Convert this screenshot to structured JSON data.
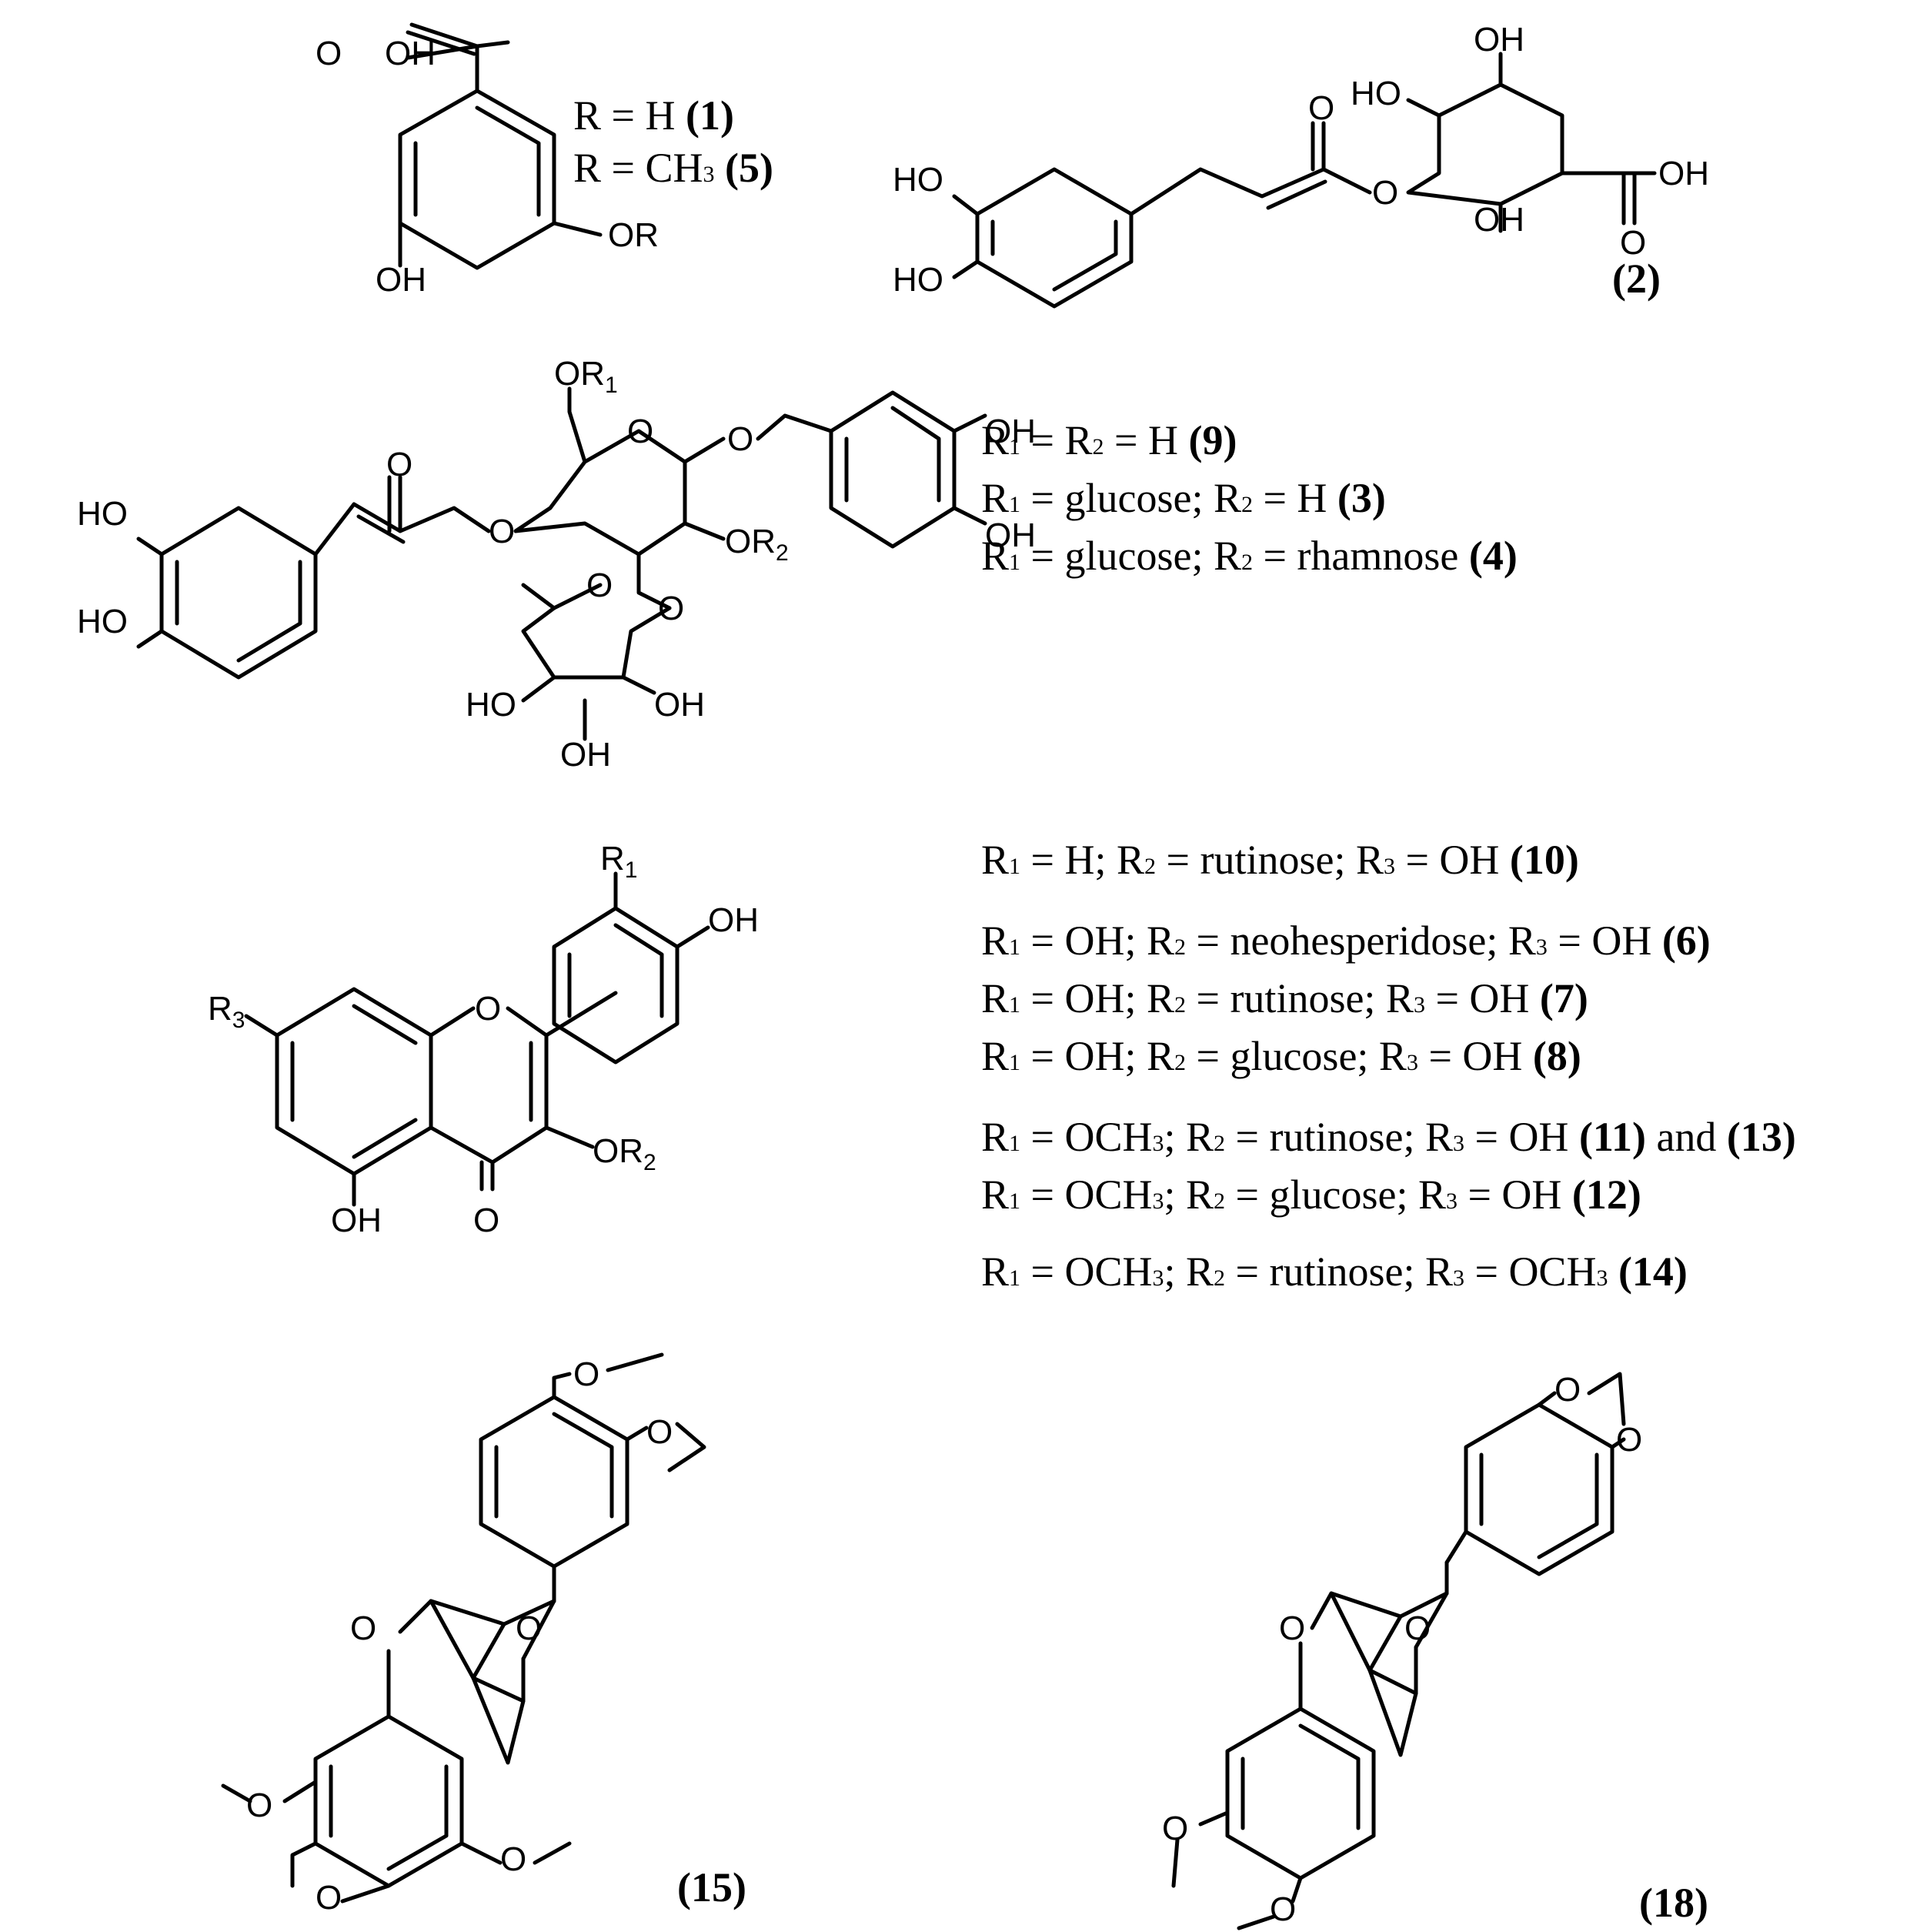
{
  "compound_1_5": {
    "substituents": [
      {
        "text": "R = H ",
        "label": "(1)"
      },
      {
        "text": "R = CH",
        "sub": "3",
        "tail": " ",
        "label": "(5)"
      }
    ],
    "atoms": {
      "cooh_o": "O",
      "cooh_oh": "OH",
      "or": "OR",
      "oh": "OH"
    }
  },
  "compound_2": {
    "label": "(2)",
    "atoms": {
      "ho_a": "HO",
      "ho_b": "HO",
      "oh_top": "OH",
      "ho_top": "HO",
      "o_ester": "O",
      "o_carbonyl": "O",
      "oh_acid": "OH",
      "oh_ring": "OH",
      "o_acid": "O"
    }
  },
  "compound_3_4_9": {
    "substituents": [
      {
        "parts": [
          "R",
          "1",
          " = R",
          "2",
          " = H "
        ],
        "label": "(9)"
      },
      {
        "parts": [
          "R",
          "1",
          " = glucose; R",
          "2",
          " = H "
        ],
        "label": "(3)"
      },
      {
        "parts": [
          "R",
          "1",
          " = glucose; R",
          "2",
          " = rhamnose "
        ],
        "label": "(4)"
      }
    ],
    "atoms": {
      "or1": "OR",
      "or1_sub": "1",
      "o_ring": "O",
      "o_link": "O",
      "oh_1": "OH",
      "oh_2": "OH",
      "o_carbonyl": "O",
      "ho_1": "HO",
      "ho_2": "HO",
      "o_ester": "O",
      "or2": "OR",
      "or2_sub": "2",
      "o_glyc": "O",
      "o_rha": "O",
      "ho_rha": "HO",
      "oh_rha1": "OH",
      "oh_rha2": "OH"
    }
  },
  "flavonoid": {
    "substituents": [
      {
        "parts": [
          "R",
          "1",
          " = H; R",
          "2",
          " = rutinose; R",
          "3",
          " = OH "
        ],
        "label": "(10)"
      },
      {
        "parts": [
          "R",
          "1",
          " = OH; R",
          "2",
          " = neohesperidose; R",
          "3",
          " = OH "
        ],
        "label": "(6)"
      },
      {
        "parts": [
          "R",
          "1",
          " = OH; R",
          "2",
          " = rutinose; R",
          "3",
          " = OH "
        ],
        "label": "(7)"
      },
      {
        "parts": [
          "R",
          "1",
          " = OH; R",
          "2",
          " = glucose; R",
          "3",
          " = OH "
        ],
        "label": "(8)"
      },
      {
        "parts": [
          "R",
          "1",
          " = OCH",
          "3",
          "; R",
          "2",
          " = rutinose; R",
          "3",
          " = OH "
        ],
        "label": "(11)",
        "extra": " and ",
        "label2": "(13)"
      },
      {
        "parts": [
          "R",
          "1",
          " = OCH",
          "3",
          "; R",
          "2",
          " = glucose; R",
          "3",
          " = OH "
        ],
        "label": "(12)"
      },
      {
        "parts": [
          "R",
          "1",
          " = OCH",
          "3",
          "; R",
          "2",
          " = rutinose; R",
          "3",
          " = OCH",
          "3",
          " "
        ],
        "label": "(14)"
      }
    ],
    "atoms": {
      "r1": "R",
      "r1_sub": "1",
      "oh": "OH",
      "r3": "R",
      "r3_sub": "3",
      "o_ring": "O",
      "or2": "OR",
      "or2_sub": "2",
      "oh5": "OH",
      "o4": "O"
    }
  },
  "compound_15": {
    "label": "(15)",
    "atoms": {
      "o1": "O",
      "o2": "O",
      "o_ring1": "O",
      "o_ring2": "O",
      "o3": "O",
      "o4": "O",
      "o5": "O"
    }
  },
  "compound_18": {
    "label": "(18)",
    "atoms": {
      "o_m1": "O",
      "o_m2": "O",
      "o_ring1": "O",
      "o_ring2": "O",
      "o3": "O",
      "o4": "O"
    }
  }
}
